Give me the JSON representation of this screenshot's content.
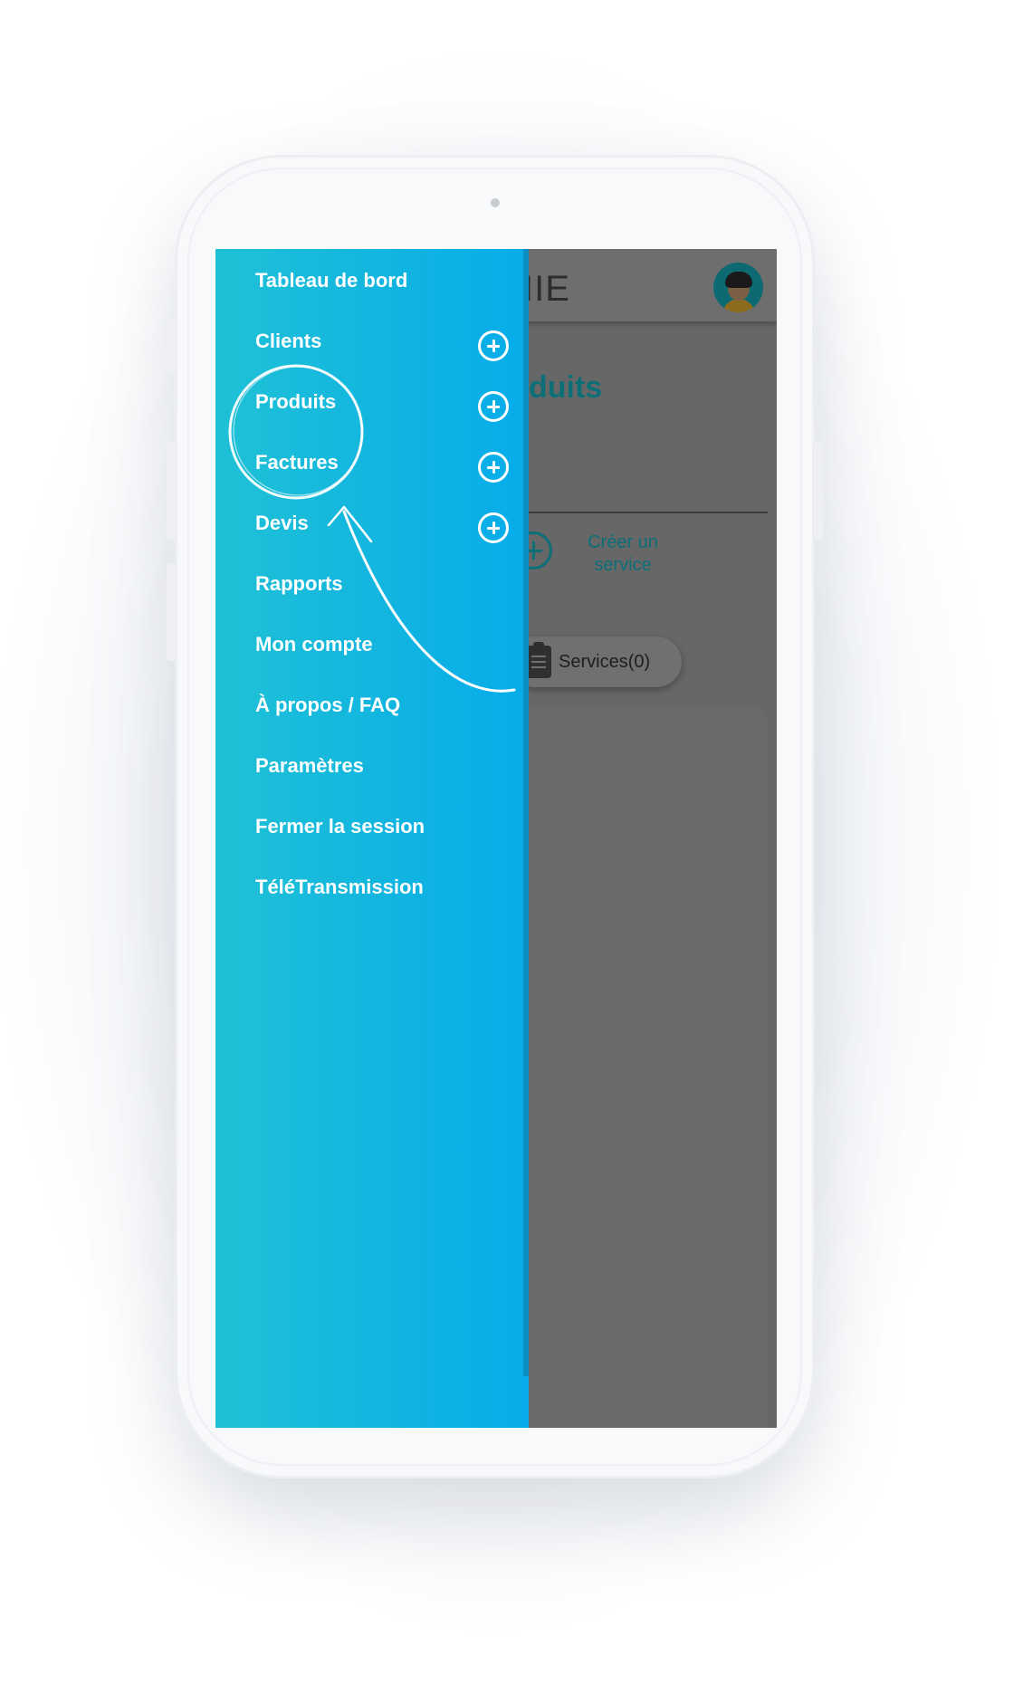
{
  "drawer": {
    "items": [
      {
        "label": "Tableau de bord",
        "has_add": false
      },
      {
        "label": "Clients",
        "has_add": true
      },
      {
        "label": "Produits",
        "has_add": true
      },
      {
        "label": "Factures",
        "has_add": true
      },
      {
        "label": "Devis",
        "has_add": true
      },
      {
        "label": "Rapports",
        "has_add": false
      },
      {
        "label": "Mon compte",
        "has_add": false
      },
      {
        "label": "À propos / FAQ",
        "has_add": false
      },
      {
        "label": "Paramètres",
        "has_add": false
      },
      {
        "label": "Fermer la session",
        "has_add": false
      },
      {
        "label": "TéléTransmission",
        "has_add": false
      }
    ],
    "highlighted_item": "Produits",
    "add_icon": "plus-circle-icon"
  },
  "app": {
    "title_partial": "IIE",
    "heading_partial": "duits",
    "create_label": "Créer un service",
    "services_label": "Services(0)"
  },
  "colors": {
    "drawer_start": "#1fc1d6",
    "drawer_end": "#06acea",
    "overlay": "#676767",
    "accent": "#0c6f78"
  }
}
